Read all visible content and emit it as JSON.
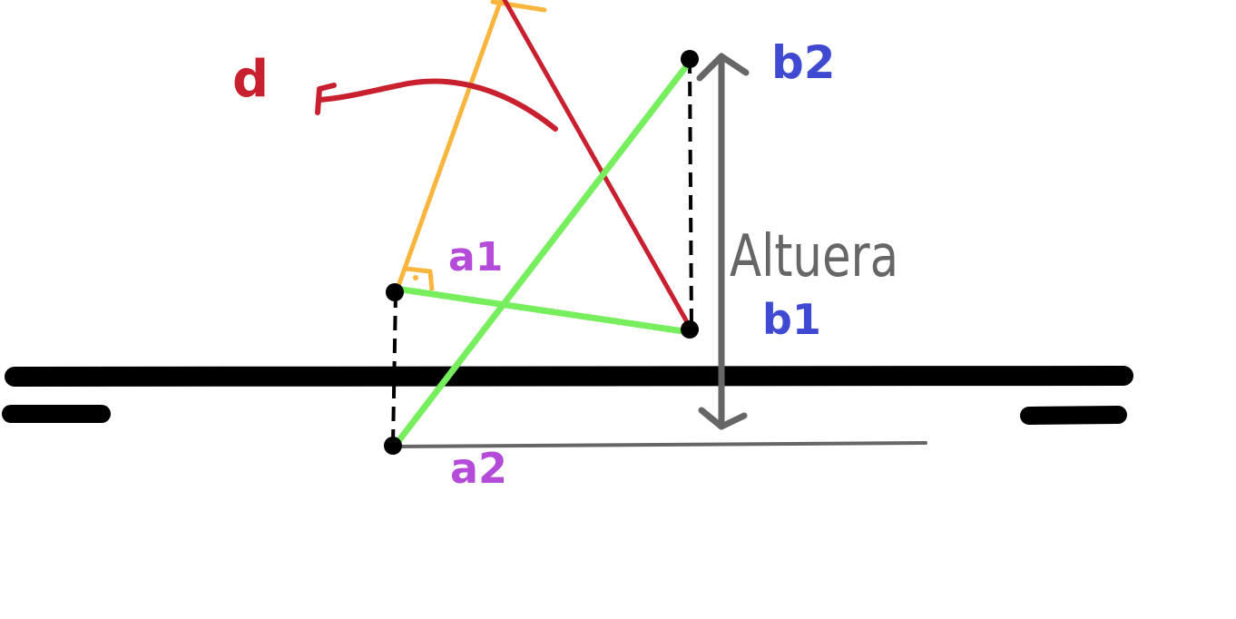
{
  "labels": {
    "d": "d",
    "a1": "a1",
    "a2": "a2",
    "b1": "b1",
    "b2": "b2",
    "altura": "Altuera"
  },
  "colors": {
    "background": "#ffffff",
    "ground": "#000000",
    "orange": "#f9b53c",
    "red": "#c8202f",
    "green": "#77ee5e",
    "gray": "#666666",
    "blue": "#3f49d2",
    "purple": "#b54bd9",
    "points": "#000000"
  },
  "points": [
    "a1",
    "a2",
    "b1",
    "b2"
  ],
  "icons": {
    "right_angle": "right-angle-marker",
    "arrow": "double-headed-arrow",
    "curved_arrow": "curved-arrow"
  }
}
